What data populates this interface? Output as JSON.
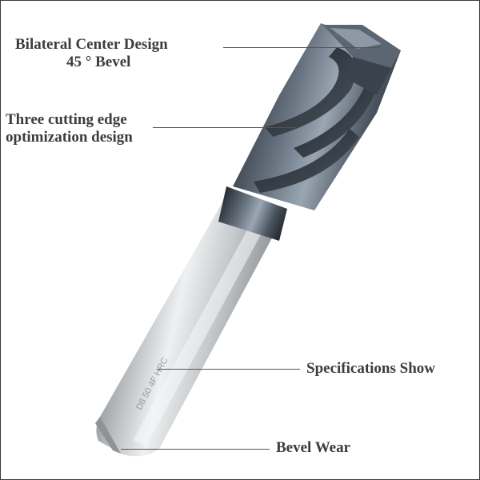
{
  "callouts": {
    "bilateral_line1": "Bilateral Center Design",
    "bilateral_line2": "45 ° Bevel",
    "cutting_line1": "Three cutting edge",
    "cutting_line2": "optimization design",
    "specifications": "Specifications Show",
    "bevel_wear": "Bevel Wear"
  },
  "shank_marking": "D8 50 4F HRC",
  "colors": {
    "background": "#ffffff",
    "label_text": "#3c3c3c",
    "coating": "#4a5561",
    "shank": "#c8cbcd"
  }
}
